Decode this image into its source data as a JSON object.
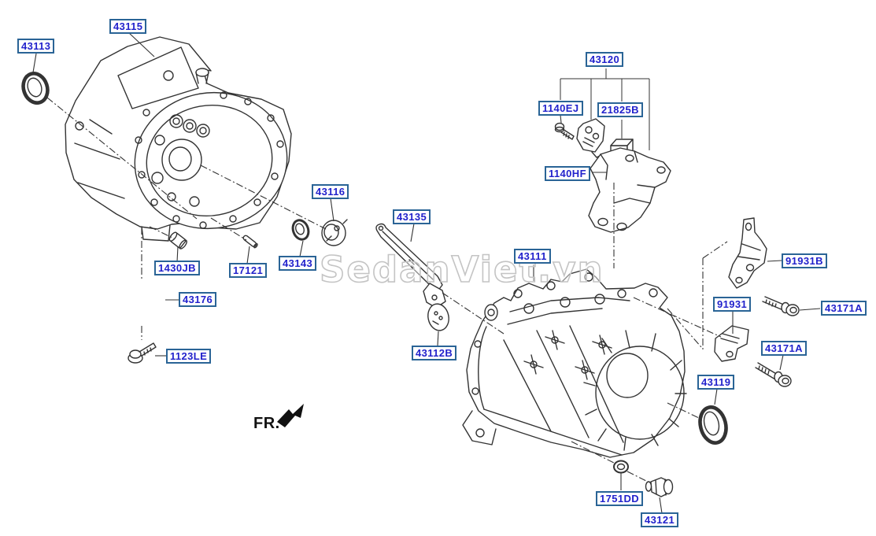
{
  "diagram_title": "Transaxle case exploded parts diagram",
  "watermark": {
    "text": "SedanViet.vn"
  },
  "direction": {
    "label": "FR."
  },
  "colors": {
    "line": "#333333",
    "label_text": "#2222cc",
    "label_border": "#2a6496",
    "watermark": "#c4c4c4",
    "arrow": "#111111"
  },
  "labels": [
    {
      "text": "43113"
    },
    {
      "text": "43115"
    },
    {
      "text": "43120"
    },
    {
      "text": "1140EJ"
    },
    {
      "text": "21825B"
    },
    {
      "text": "1140HF"
    },
    {
      "text": "43116"
    },
    {
      "text": "43135"
    },
    {
      "text": "43111"
    },
    {
      "text": "91931B"
    },
    {
      "text": "1430JB"
    },
    {
      "text": "17121"
    },
    {
      "text": "43143"
    },
    {
      "text": "43176"
    },
    {
      "text": "91931"
    },
    {
      "text": "43171A"
    },
    {
      "text": "1123LE"
    },
    {
      "text": "43112B"
    },
    {
      "text": "43171A"
    },
    {
      "text": "43119"
    },
    {
      "text": "1751DD"
    },
    {
      "text": "43121"
    }
  ]
}
